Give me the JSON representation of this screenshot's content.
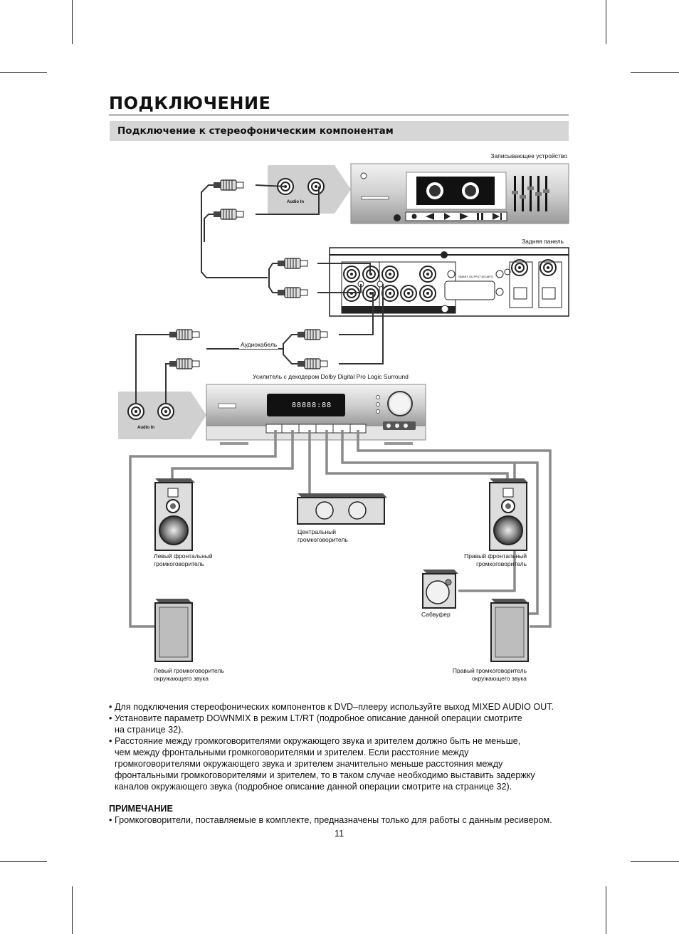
{
  "header": {
    "title": "ПОДКЛЮЧЕНИЕ",
    "subtitle": "Подключение к стереофоническим компонентам"
  },
  "diagram": {
    "recorder_label": "Записывающее устройство",
    "rear_panel_label": "Задняя панель",
    "audio_cable_label": "Аудиокабель",
    "amplifier_label": "Усилитель с декодером Dolby Digital Pro Logic Surround",
    "audio_in_label": "Audio In",
    "left_front_label": "Левый фронтальный\nгромкоговоритель",
    "center_label": "Центральный\nгромкоговоритель",
    "right_front_label": "Правый фронтальный\nгромкоговоритель",
    "subwoofer_label": "Сабвуфер",
    "left_surround_label": "Левый громкоговоритель\nокружающего звука",
    "right_surround_label": "Правый громкоговоритель\nокружающего звука",
    "amp_display_text": "88888:88"
  },
  "bullets": [
    "Для подключения стереофонических компонентов к DVD–плееру используйте выход MIXED AUDIO OUT.",
    "Установите параметр DOWNMIX в режим LT/RT (подробное описание данной операции смотрите\nна странице 32).",
    "Расстояние между громкоговорителями окружающего звука и зрителем должно быть не меньше,\nчем между фронтальными громкоговорителями и зрителем. Если расстояние между\nгромкоговорителями окружающего звука и зрителем значительно меньше расстояния между\nфронтальными громкоговорителями и зрителем, то в таком случае необходимо выставить задержку\nканалов окружающего звука (подробное описание данной операции смотрите на странице 32)."
  ],
  "note": {
    "heading": "ПРИМЕЧАНИЕ",
    "text": "Громкоговорители, поставляемые в комплекте, предназначены только для работы с данным ресивером."
  },
  "page_number": "11"
}
